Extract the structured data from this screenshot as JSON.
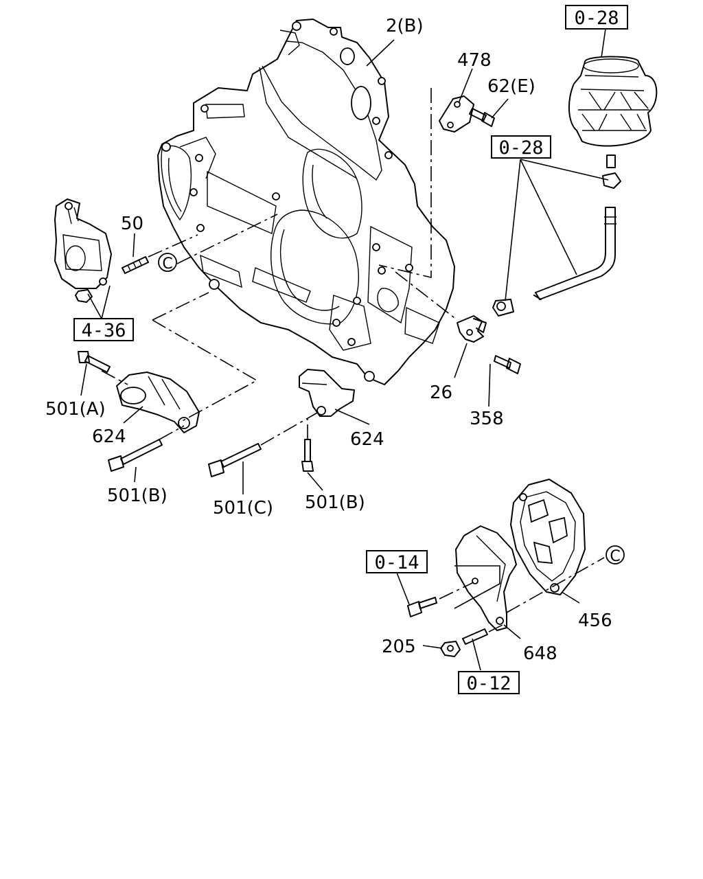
{
  "parts": {
    "housing": "2(B)",
    "cover_plate": "478",
    "cover_bolt": "62(E)",
    "stud": "50",
    "bracket_bolt_a": "501(A)",
    "bracket_left": "624",
    "bracket_bolt_b_left": "501(B)",
    "bracket_bolt_c": "501(C)",
    "bracket_right": "624",
    "bracket_bolt_b_right": "501(B)",
    "sensor": "26",
    "sensor_bolt": "358",
    "nut": "205",
    "damper_plate": "648",
    "insulator": "456"
  },
  "refs": {
    "breather_top": "0-28",
    "breather_hose": "0-28",
    "pump": "4-36",
    "bolt_group": "0-14",
    "stud_group": "0-12"
  },
  "connectors": {
    "upper": "C",
    "lower": "C"
  }
}
